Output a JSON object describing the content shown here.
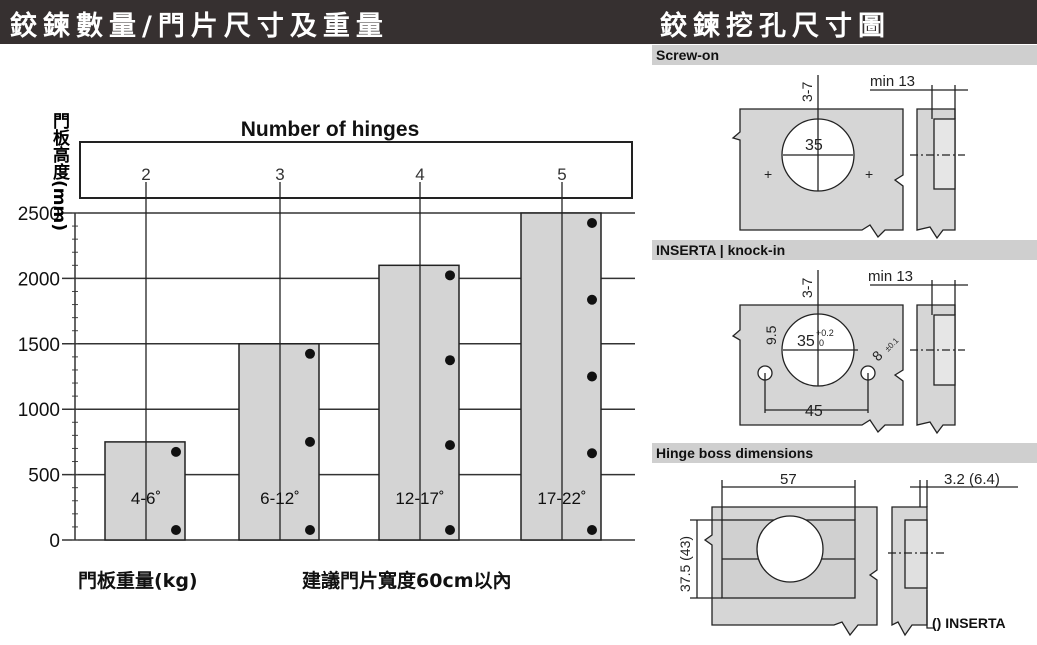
{
  "header": {
    "left_title": "鉸鍊數量/門片尺寸及重量",
    "right_title": "鉸鍊挖孔尺寸圖"
  },
  "chart_data": {
    "type": "bar",
    "title": "Number of hinges",
    "ylabel": "門板高度(mm)",
    "xlabel": "門板重量(kg)",
    "note": "建議門片寬度60cm以內",
    "ylim": [
      0,
      2500
    ],
    "yticks": [
      "0",
      "500",
      "1000",
      "1500",
      "2000",
      "2500"
    ],
    "categories": [
      "2",
      "3",
      "4",
      "5"
    ],
    "weights": [
      "4-6˚",
      "6-12˚",
      "12-17˚",
      "17-22˚"
    ],
    "values": [
      750,
      1500,
      2100,
      2500
    ]
  },
  "diagrams": {
    "screw_on": {
      "label": "Screw-on",
      "depth": "3-7",
      "min": "min 13",
      "diameter": "35"
    },
    "inserta": {
      "label": "INSERTA | knock-in",
      "depth": "3-7",
      "min": "min 13",
      "diameter": "35",
      "tol_up": "+0.2",
      "tol_low": "0",
      "offset": "9.5",
      "dowel": "8",
      "dowel_tol": "±0.1",
      "spacing": "45"
    },
    "boss": {
      "label": "Hinge boss dimensions",
      "width": "57",
      "height": "37.5 (43)",
      "depth": "3.2 (6.4)",
      "note": "() INSERTA"
    }
  }
}
